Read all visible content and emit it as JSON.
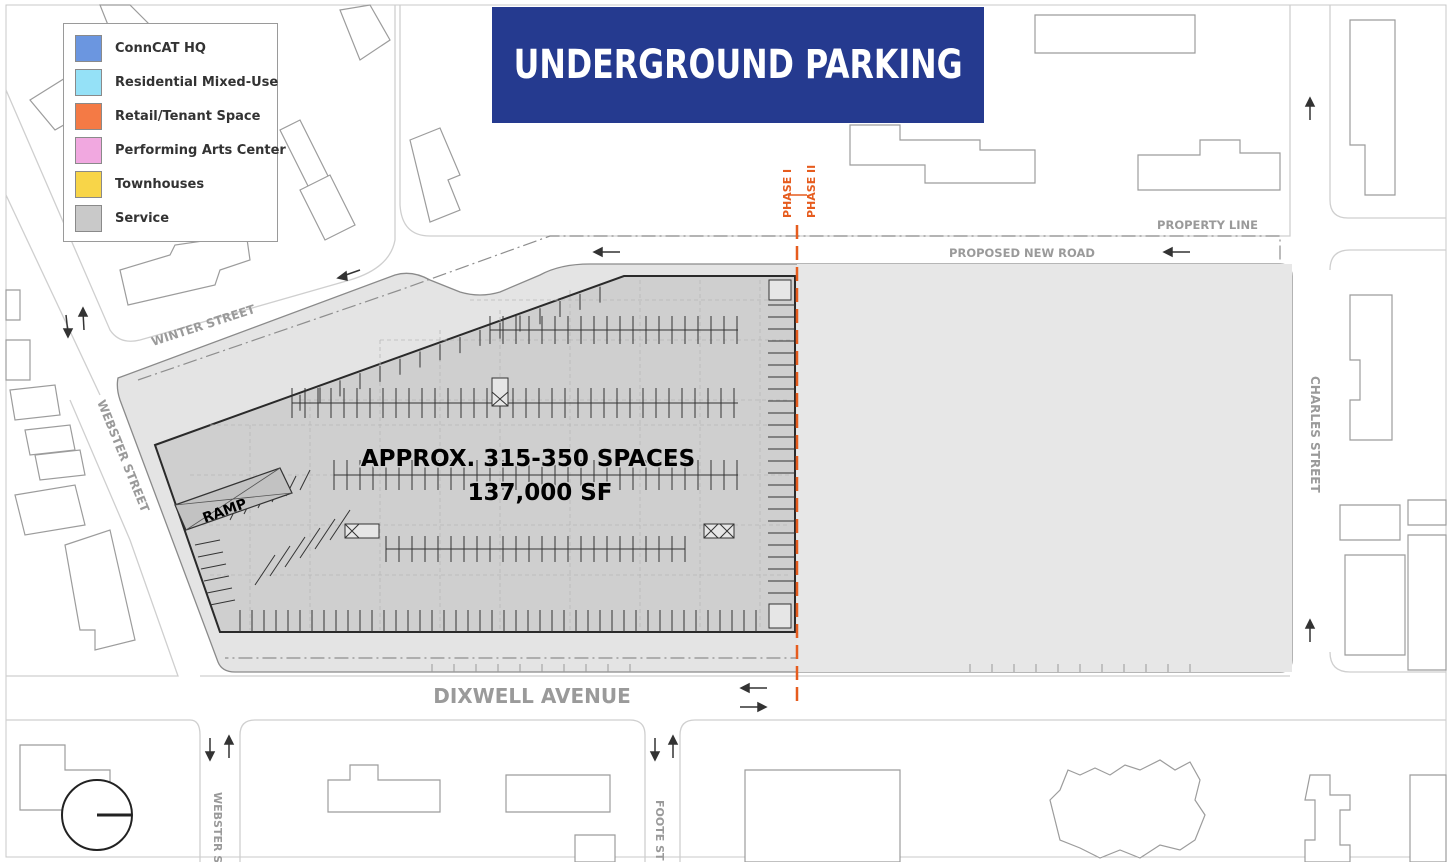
{
  "title": "UNDERGROUND PARKING",
  "legend": {
    "items": [
      {
        "label": "ConnCAT HQ",
        "color": "#6b96e0"
      },
      {
        "label": "Residential Mixed-Use",
        "color": "#95e1f7"
      },
      {
        "label": "Retail/Tenant Space",
        "color": "#f47a45"
      },
      {
        "label": "Performing Arts Center",
        "color": "#f1a8e0"
      },
      {
        "label": "Townhouses",
        "color": "#f8d548"
      },
      {
        "label": "Service",
        "color": "#c9c9c9"
      }
    ]
  },
  "map": {
    "parking_capacity": "APPROX. 315-350 SPACES",
    "parking_area": "137,000 SF",
    "ramp_label": "RAMP",
    "phase_1_label": "PHASE I",
    "phase_2_label": "PHASE II",
    "property_line_label": "PROPERTY LINE",
    "new_road_label": "PROPOSED NEW ROAD",
    "phase_line_color": "#e65c1e"
  },
  "streets": {
    "winter": "WINTER STREET",
    "webster": "WEBSTER STREET",
    "webster_bottom": "WEBSTER ST",
    "charles": "CHARLES STREET",
    "dixwell": "DIXWELL AVENUE",
    "foote": "FOOTE ST"
  }
}
